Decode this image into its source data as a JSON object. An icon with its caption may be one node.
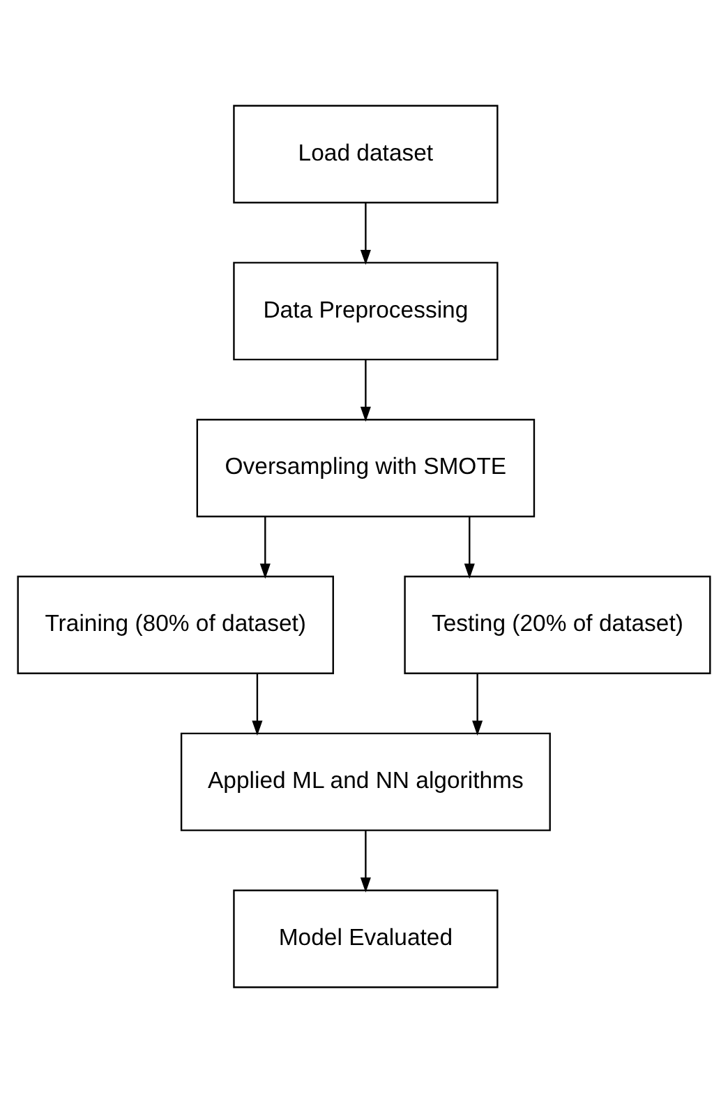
{
  "diagram": {
    "nodes": [
      {
        "text": [
          "Load dataset"
        ]
      },
      {
        "text": [
          "Data Preprocessing"
        ]
      },
      {
        "text": [
          "Oversampling with SMOTE"
        ]
      },
      {
        "text": [
          "Training (80% of dataset)"
        ]
      },
      {
        "text": [
          "Testing (20% of dataset)"
        ]
      },
      {
        "text": [
          "Applied ML and NN algorithms"
        ]
      },
      {
        "text": [
          "Model Evaluated"
        ]
      }
    ],
    "edges": [
      {
        "from": 0,
        "to": 1,
        "arrow": "to"
      },
      {
        "from": 1,
        "to": 2,
        "arrow": "to"
      },
      {
        "from": 2,
        "to": 3,
        "arrow": "to"
      },
      {
        "from": 2,
        "to": 4,
        "arrow": "to"
      },
      {
        "from": 3,
        "to": 5,
        "arrow": "to"
      },
      {
        "from": 4,
        "to": 5,
        "arrow": "to"
      },
      {
        "from": 5,
        "to": 6,
        "arrow": "to"
      }
    ]
  }
}
